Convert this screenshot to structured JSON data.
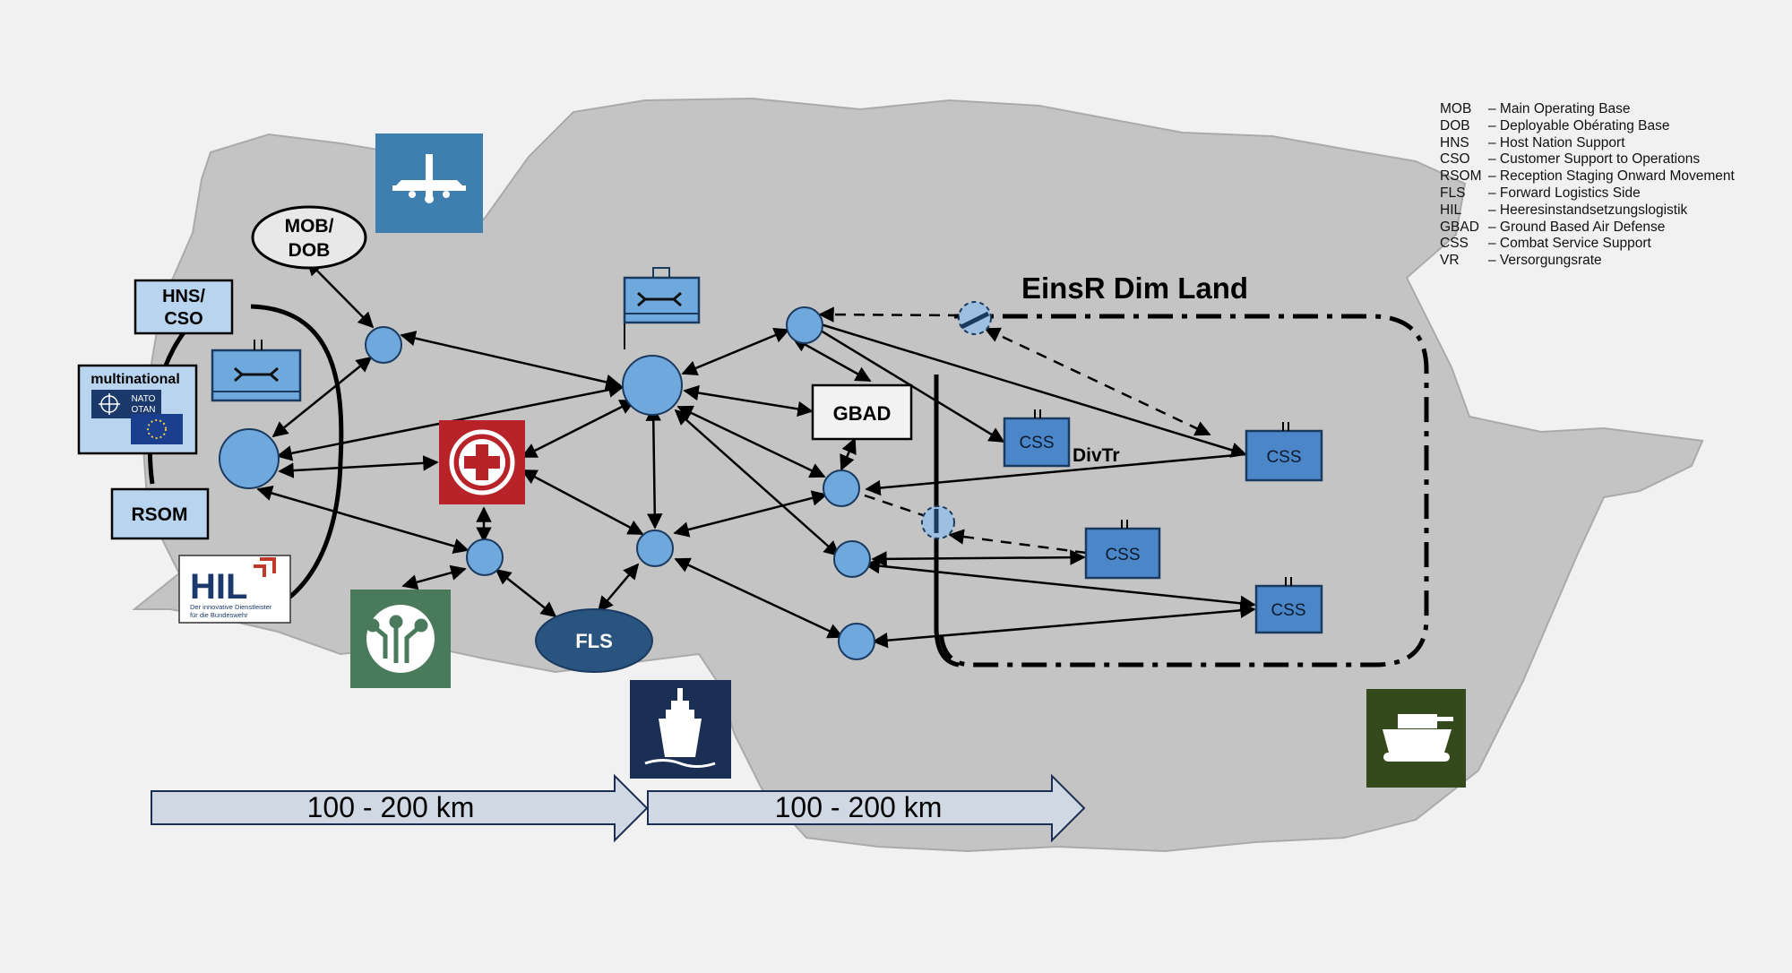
{
  "labels": {
    "mob_dob_line1": "MOB/",
    "mob_dob_line2": "DOB",
    "hns_cso_line1": "HNS/",
    "hns_cso_line2": "CSO",
    "multinational": "multinational",
    "nato_text": "NATO",
    "otan_text": "OTAN",
    "rsom": "RSOM",
    "hil_logo": "HIL",
    "hil_tagline_1": "Der innovative Dienstleister",
    "hil_tagline_2": "für die Bundeswehr",
    "gbad": "GBAD",
    "fls": "FLS",
    "css": "CSS",
    "divtr": "DivTr",
    "zone_title": "EinsR Dim Land",
    "distance_1": "100 - 200 km",
    "distance_2": "100 - 200 km"
  },
  "legend": [
    {
      "abbr": "MOB",
      "def": "– Main Operating Base"
    },
    {
      "abbr": "DOB",
      "def": "– Deployable Obérating Base"
    },
    {
      "abbr": "HNS",
      "def": "– Host Nation Support"
    },
    {
      "abbr": "CSO",
      "def": "– Customer Support to Operations"
    },
    {
      "abbr": "RSOM",
      "def": "– Reception Staging Onward Movement"
    },
    {
      "abbr": "FLS",
      "def": "– Forward Logistics Side"
    },
    {
      "abbr": "HIL",
      "def": "– Heeresinstandsetzungslogistik"
    },
    {
      "abbr": "GBAD",
      "def": "– Ground Based Air Defense"
    },
    {
      "abbr": "CSS",
      "def": " – Combat Service Support"
    },
    {
      "abbr": "VR",
      "def": "– Versorgungsrate"
    }
  ],
  "icons": {
    "air_force": "aircraft-icon",
    "medical": "medical-cross-icon",
    "cyber": "cyber-circuit-icon",
    "navy": "warship-icon",
    "army": "tank-icon",
    "maintenance": "wrench-icon",
    "nato": "nato-flag-icon",
    "eu": "eu-flag-icon"
  },
  "colors": {
    "land_mass": "#c3c3c3",
    "node_fill": "#6fa8dc",
    "css_box": "#4a86c8",
    "air_force": "#3f7fb0",
    "medical": "#b8232a",
    "cyber": "#4a7a5c",
    "navy": "#1b2f55",
    "army": "#354a1c",
    "fls": "#2a5480"
  }
}
